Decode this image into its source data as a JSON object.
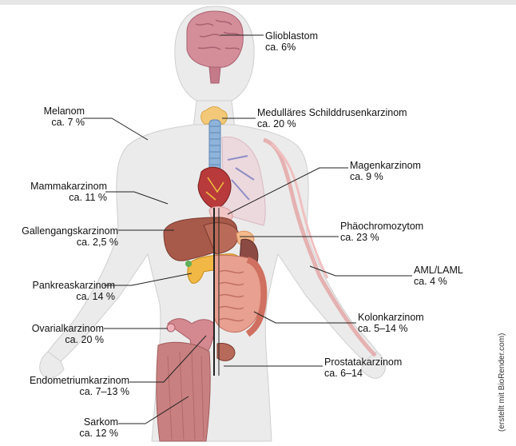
{
  "labels": [
    {
      "id": "glioblastom",
      "name": "Glioblastom",
      "pct": "ca. 6%",
      "align": "left"
    },
    {
      "id": "melanom",
      "name": "Melanom",
      "pct": "ca. 7 %",
      "align": "right"
    },
    {
      "id": "schilddruse",
      "name": "Medulläres Schilddrusenkarzinom",
      "pct": "ca. 20 %",
      "align": "left"
    },
    {
      "id": "magen",
      "name": "Magenkarzinom",
      "pct": "ca. 9 %",
      "align": "left"
    },
    {
      "id": "mamma",
      "name": "Mammakarzinom",
      "pct": "ca. 11 %",
      "align": "right"
    },
    {
      "id": "phaeo",
      "name": "Phäochromozytom",
      "pct": "ca. 23 %",
      "align": "left"
    },
    {
      "id": "gallengang",
      "name": "Gallengangskarzinom",
      "pct": "ca. 2,5 %",
      "align": "right"
    },
    {
      "id": "aml",
      "name": "AML/LAML",
      "pct": "ca. 4 %",
      "align": "left"
    },
    {
      "id": "pankreas",
      "name": "Pankreaskarzinom",
      "pct": "ca. 14 %",
      "align": "right"
    },
    {
      "id": "kolon",
      "name": "Kolonkarzinom",
      "pct": "ca. 5–14 %",
      "align": "left"
    },
    {
      "id": "ovarial",
      "name": "Ovarialkarzinom",
      "pct": "ca. 20 %",
      "align": "right"
    },
    {
      "id": "prostata",
      "name": "Prostatakarzinom",
      "pct": "ca. 6–14",
      "align": "left"
    },
    {
      "id": "endometrium",
      "name": "Endometriumkarzinom",
      "pct": "ca. 7–13 %",
      "align": "right"
    },
    {
      "id": "sarkom",
      "name": "Sarkom",
      "pct": "ca. 12 %",
      "align": "right"
    }
  ],
  "credit": "(erstellt mit BioRender.com)",
  "colors": {
    "body": "#e9e9e9",
    "outline": "#c9c9c9",
    "line": "#222222"
  }
}
